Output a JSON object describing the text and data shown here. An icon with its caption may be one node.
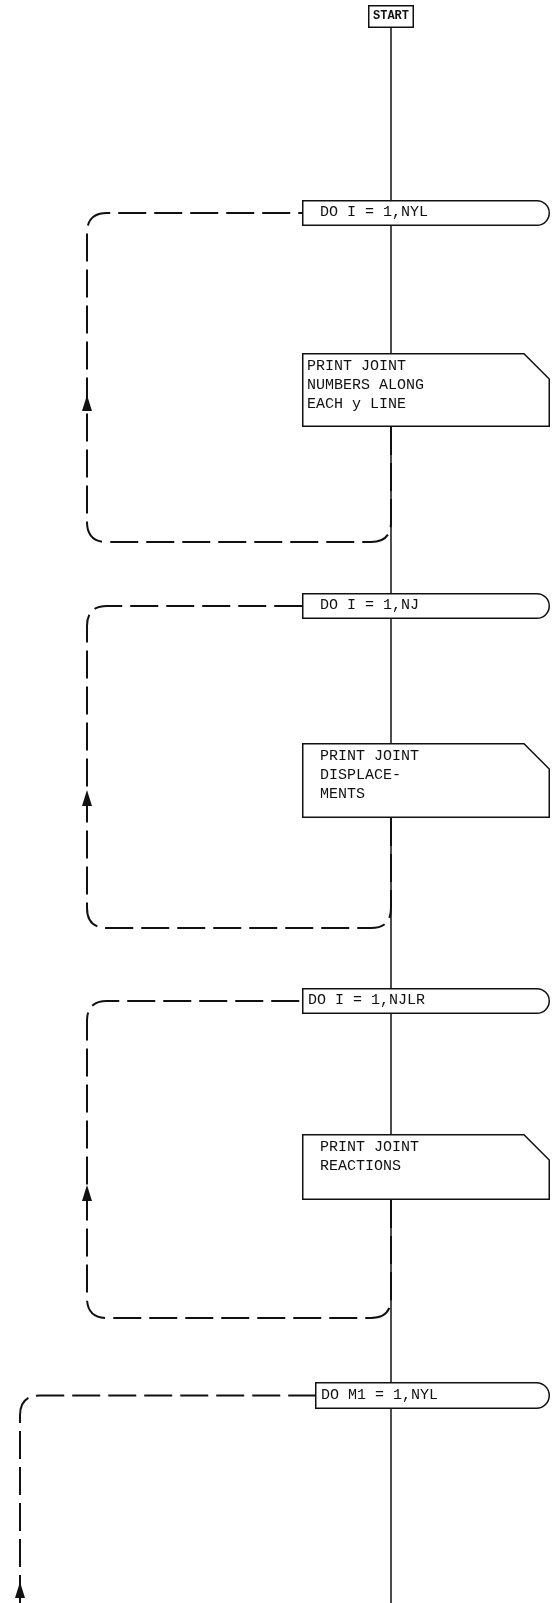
{
  "diagram": {
    "nodes": [
      {
        "text": [
          "START"
        ]
      },
      {
        "text": [
          "DO I = 1,NYL"
        ]
      },
      {
        "text": [
          "PRINT JOINT NUMBERS ALONG EACH y LINE"
        ]
      },
      {
        "text": [
          "DO I = 1,NJ"
        ]
      },
      {
        "text": [
          "PRINT JOINT DISPLACE- MENTS"
        ]
      },
      {
        "text": [
          "DO I = 1,NJLR"
        ]
      },
      {
        "text": [
          "PRINT JOINT REACTIONS"
        ]
      },
      {
        "text": [
          "DO M1 = 1,NYL"
        ]
      }
    ],
    "edges": [
      {
        "from": 0,
        "to": 1,
        "arrow": "none"
      },
      {
        "from": 1,
        "to": 2,
        "arrow": "none"
      },
      {
        "from": 2,
        "to": 3,
        "arrow": "none"
      },
      {
        "from": 3,
        "to": 4,
        "arrow": "none"
      },
      {
        "from": 4,
        "to": 5,
        "arrow": "none"
      },
      {
        "from": 5,
        "to": 6,
        "arrow": "none"
      },
      {
        "from": 6,
        "to": 7,
        "arrow": "none"
      },
      {
        "from": 7,
        "to": null,
        "arrow": "none"
      },
      {
        "from": 2,
        "to": 1,
        "arrow": "to",
        "style": "dashed"
      },
      {
        "from": 4,
        "to": 3,
        "arrow": "to",
        "style": "dashed"
      },
      {
        "from": 6,
        "to": 5,
        "arrow": "to",
        "style": "dashed"
      },
      {
        "from": null,
        "to": 7,
        "arrow": "to",
        "style": "dashed"
      }
    ]
  }
}
